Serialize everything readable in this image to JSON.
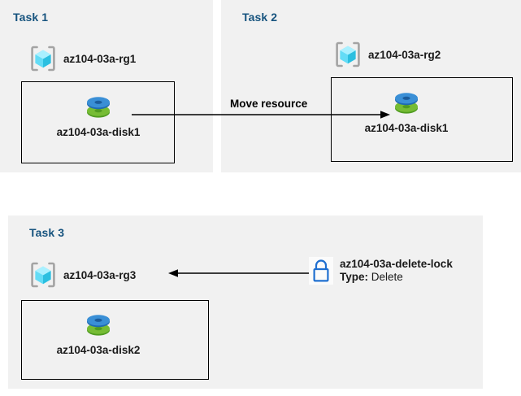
{
  "diagram": {
    "background": "#ffffff",
    "panel_background": "#f1f1f1",
    "title_color": "#16537e",
    "accent_blue": "#1f6fd0"
  },
  "tasks": [
    {
      "id": "task1",
      "title": "Task 1",
      "resource_group": {
        "label": "az104-03a-rg1",
        "icon": "resource-group-icon"
      },
      "resource": {
        "label": "az104-03a-disk1",
        "icon": "managed-disk-icon"
      }
    },
    {
      "id": "task2",
      "title": "Task 2",
      "resource_group": {
        "label": "az104-03a-rg2",
        "icon": "resource-group-icon"
      },
      "resource": {
        "label": "az104-03a-disk1",
        "icon": "managed-disk-icon"
      }
    },
    {
      "id": "task3",
      "title": "Task 3",
      "resource_group": {
        "label": "az104-03a-rg3",
        "icon": "resource-group-icon"
      },
      "resource": {
        "label": "az104-03a-disk2",
        "icon": "managed-disk-icon"
      }
    }
  ],
  "connectors": {
    "move": {
      "label": "Move resource",
      "direction": "right",
      "from": "az104-03a-disk1",
      "to": "az104-03a-disk1"
    },
    "lock": {
      "label": "",
      "direction": "left",
      "from": "az104-03a-delete-lock",
      "to": "az104-03a-rg3"
    }
  },
  "lock": {
    "icon": "lock-icon",
    "name": "az104-03a-delete-lock",
    "type_label": "Type:",
    "type_value": "Delete",
    "color": "#1f6fd0"
  }
}
